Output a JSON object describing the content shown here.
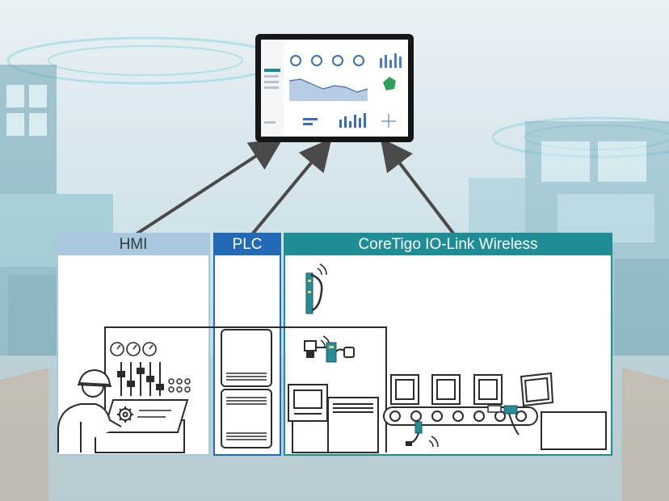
{
  "panels": {
    "hmi": {
      "title": "HMI"
    },
    "plc": {
      "title": "PLC"
    },
    "iolink": {
      "title": "CoreTigo IO-Link Wireless"
    }
  },
  "colors": {
    "hmi_header": "#a9c8de",
    "plc_header": "#2369b4",
    "iolink_header": "#1f8d96",
    "line_art": "#2b2b2b",
    "accent_teal": "#1f8d96",
    "arrow": "#4a4a4a"
  },
  "icons": [
    "worker-icon",
    "gear-icon",
    "gauge-icon",
    "slider-icon",
    "wireless-signal-icon",
    "conveyor-icon",
    "monitor-icon",
    "io-link-master-icon",
    "sensor-icon"
  ]
}
